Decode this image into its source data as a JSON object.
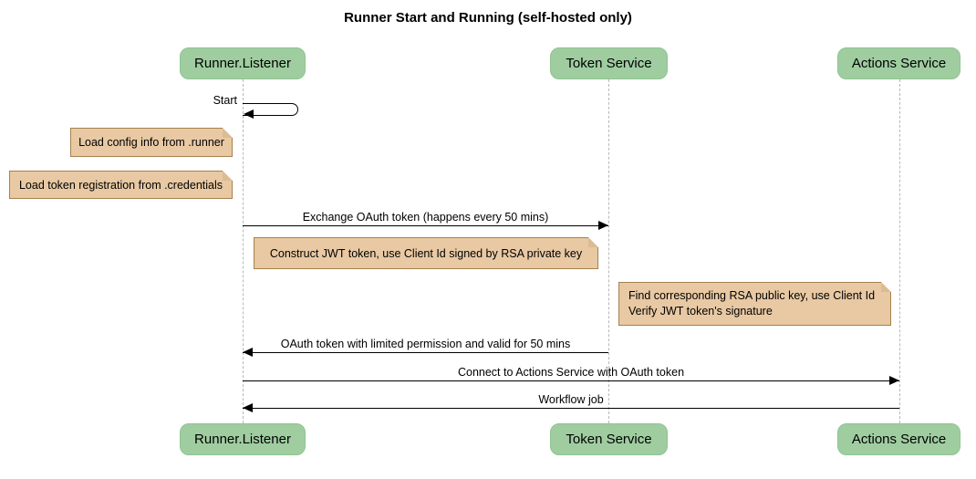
{
  "title": "Runner Start and Running (self-hosted only)",
  "colors": {
    "participant_fill": "#9FCDA0",
    "participant_border": "#8FC391",
    "note_fill": "#E8C9A3",
    "note_border": "#A5814E",
    "note_fold": "#DCBC92",
    "lifeline": "#B8B8B8",
    "arrow": "#000000"
  },
  "participants": [
    {
      "name": "Runner.Listener"
    },
    {
      "name": "Token Service"
    },
    {
      "name": "Actions Service"
    }
  ],
  "messages": [
    {
      "label": "Start",
      "from": "Runner.Listener",
      "to": "Runner.Listener",
      "kind": "self"
    },
    {
      "label": "Exchange OAuth token (happens every 50 mins)",
      "from": "Runner.Listener",
      "to": "Token Service",
      "kind": "solid"
    },
    {
      "label": "OAuth token with limited permission and valid for 50 mins",
      "from": "Token Service",
      "to": "Runner.Listener",
      "kind": "solid"
    },
    {
      "label": "Connect to Actions Service with OAuth token",
      "from": "Runner.Listener",
      "to": "Actions Service",
      "kind": "solid"
    },
    {
      "label": "Workflow job",
      "from": "Actions Service",
      "to": "Runner.Listener",
      "kind": "solid"
    }
  ],
  "notes": [
    {
      "text": "Load config info from .runner",
      "position": "left of Runner.Listener"
    },
    {
      "text": "Load token registration from .credentials",
      "position": "left of Runner.Listener"
    },
    {
      "text": "Construct JWT token, use Client Id signed by RSA private key",
      "position": "between Runner.Listener and Token Service"
    },
    {
      "text": "Find corresponding RSA public key, use Client Id\nVerify JWT token's signature",
      "position": "between Token Service and Actions Service"
    }
  ]
}
